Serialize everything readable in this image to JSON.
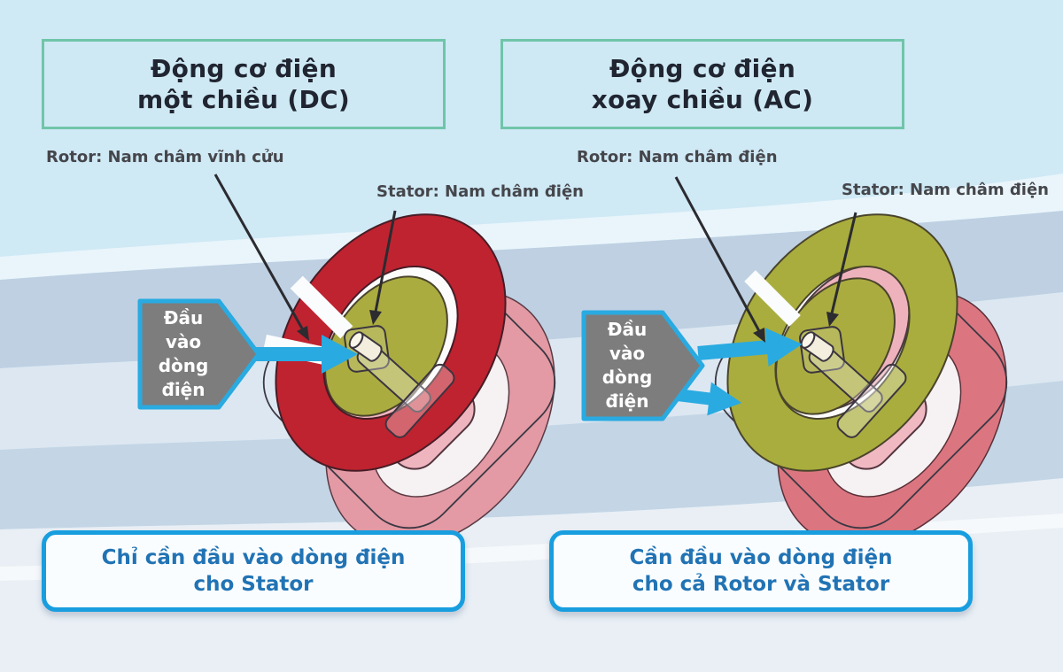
{
  "left": {
    "title": {
      "line1": "Động cơ điện",
      "line2": "một chiều (DC)"
    },
    "rotor_label": "Rotor: Nam châm vĩnh cửu",
    "stator_label": "Stator: Nam châm điện",
    "input": {
      "line1": "Đầu vào",
      "line2": "dòng điện"
    },
    "conclusion": {
      "line1": "Chỉ cần đầu vào dòng điện",
      "line2": "cho Stator"
    }
  },
  "right": {
    "title": {
      "line1": "Động cơ điện",
      "line2": "xoay chiều (AC)"
    },
    "rotor_label": "Rotor: Nam châm điện",
    "stator_label": "Stator: Nam châm điện",
    "input": {
      "line1": "Đầu vào",
      "line2": "dòng điện"
    },
    "conclusion": {
      "line1": "Cần đầu vào dòng điện",
      "line2": "cho cả Rotor và Stator"
    }
  },
  "colors": {
    "title_border": "#6fc5a9",
    "callout_blue": "#29aae1",
    "conclusion_border": "#189edf",
    "conclusion_text": "#2173b4",
    "stator_magnet_red": "#bf2330",
    "coil_olive": "#abac40",
    "magnet_pink": "#efb3bd",
    "input_box_gray": "#7d7d7d"
  }
}
